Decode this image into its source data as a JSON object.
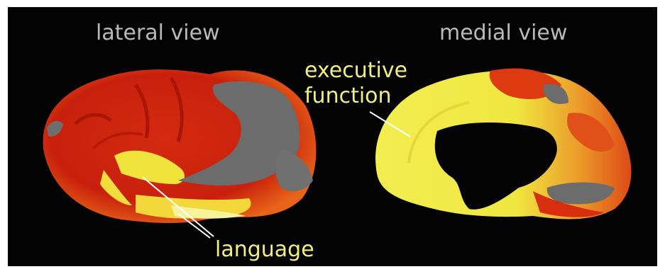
{
  "image": {
    "background": "#030303",
    "colors": {
      "gray": "#6c6c6c",
      "red": "#cf1f0c",
      "orange": "#e65a14",
      "yellow": "#f2ea3c",
      "pale_yellow": "#f6f39a"
    }
  },
  "labels": {
    "lateral_view": "lateral view",
    "medial_view": "medial view",
    "executive_function_line1": "executive",
    "executive_function_line2": "function",
    "language": "language"
  }
}
